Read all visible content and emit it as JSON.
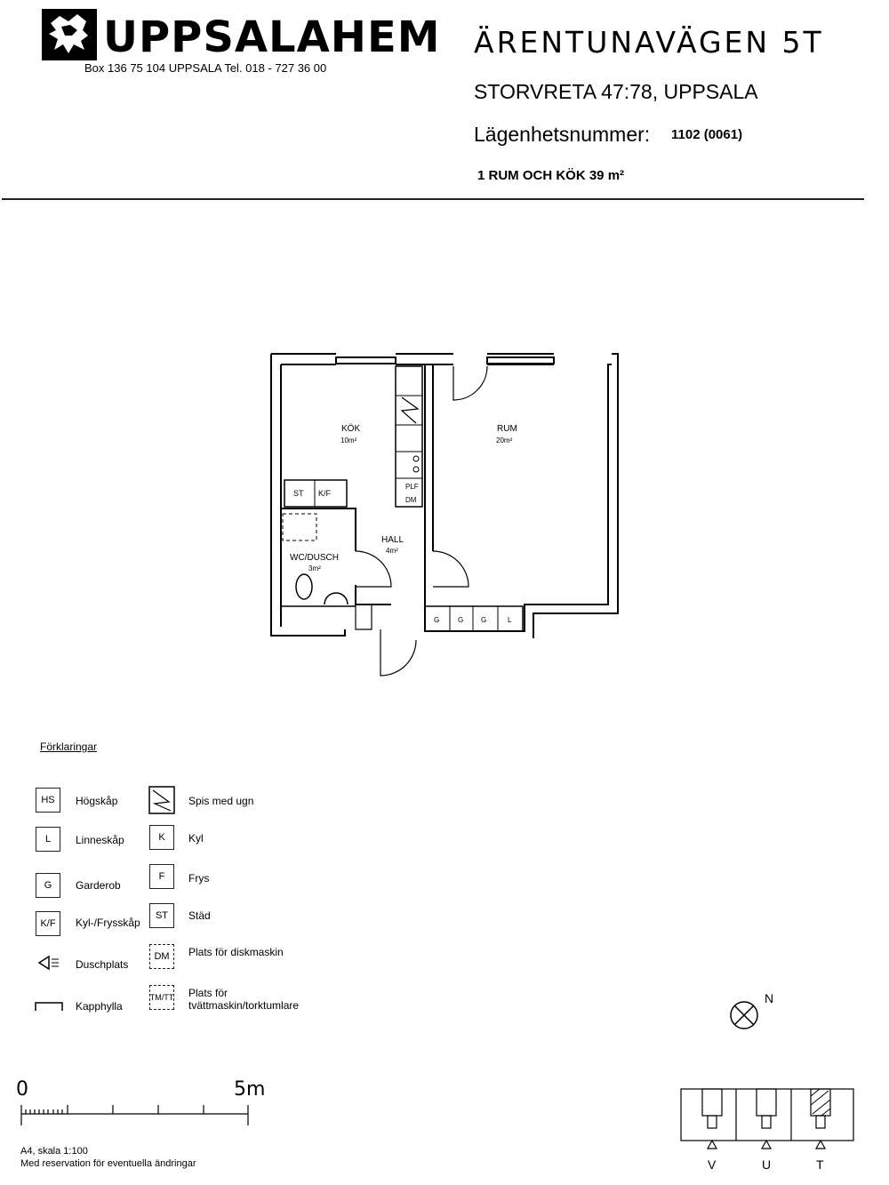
{
  "header": {
    "logo_text": "UPPSALAHEM",
    "logo_address": "Box 136  75 104 UPPSALA  Tel. 018 - 727 36 00",
    "street": "ÄRENTUNAVÄGEN 5T",
    "area_city": "STORVRETA 47:78, UPPSALA",
    "apartment_label": "Lägenhetsnummer:",
    "apartment_number": "1102 (0061)",
    "size_line": "1 RUM OCH KÖK 39 m²"
  },
  "plan": {
    "rooms": [
      {
        "name": "KÖK",
        "area": "10m²"
      },
      {
        "name": "RUM",
        "area": "20m²"
      },
      {
        "name": "HALL",
        "area": "4m²"
      },
      {
        "name": "WC/DUSCH",
        "area": "3m²"
      }
    ],
    "fixtures": {
      "st": "ST",
      "kf": "K/F",
      "plf": "PLF",
      "dm": "DM",
      "g": "G",
      "l": "L"
    }
  },
  "legend": {
    "title": "Förklaringar",
    "items": [
      {
        "code": "HS",
        "label": "Högskåp"
      },
      {
        "code": "L",
        "label": "Linneskåp"
      },
      {
        "code": "G",
        "label": "Garderob"
      },
      {
        "code": "K/F",
        "label": "Kyl-/Frysskåp"
      },
      {
        "code": "",
        "label": "Duschplats"
      },
      {
        "code": "",
        "label": "Kapphylla"
      },
      {
        "code": "",
        "label": "Spis med ugn"
      },
      {
        "code": "K",
        "label": "Kyl"
      },
      {
        "code": "F",
        "label": "Frys"
      },
      {
        "code": "ST",
        "label": "Städ"
      },
      {
        "code": "DM",
        "label": "Plats för diskmaskin"
      },
      {
        "code": "TM/TT",
        "label": "Plats för tvättmaskin/torktumlare"
      }
    ]
  },
  "scale": {
    "start": "0",
    "end": "5m",
    "note_line1": "A4, skala 1:100",
    "note_line2": "Med reservation för eventuella ändringar"
  },
  "compass": {
    "north": "N"
  },
  "elevation": {
    "labels": [
      "V",
      "U",
      "T"
    ]
  }
}
